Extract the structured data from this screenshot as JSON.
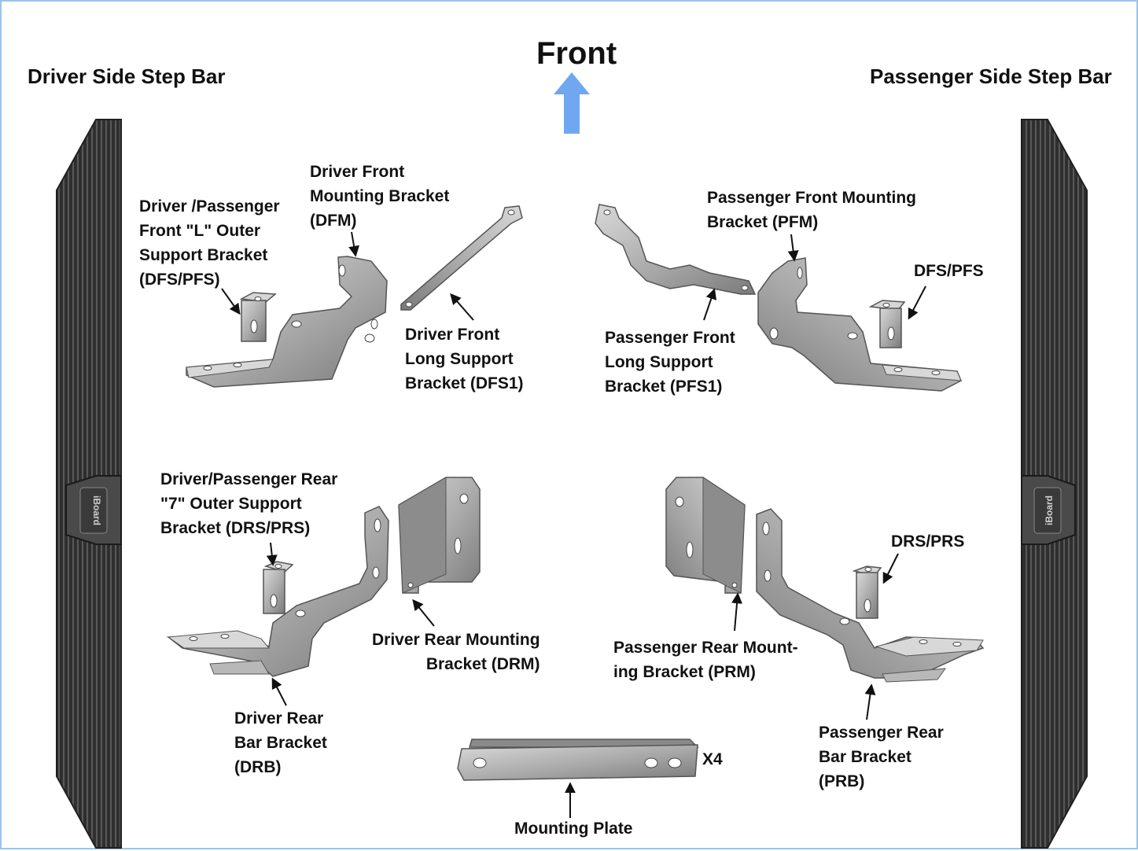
{
  "front": "Front",
  "driver_side": "Driver Side Step Bar",
  "passenger_side": "Passenger Side Step Bar",
  "step_bar_logo": "iBoard",
  "labels": {
    "dfs_pfs": [
      "Driver /Passenger",
      "Front \"L\" Outer",
      "Support Bracket",
      "(DFS/PFS)"
    ],
    "dfm": [
      "Driver Front",
      "Mounting Bracket",
      "(DFM)"
    ],
    "dfs1": [
      "Driver Front",
      "Long Support",
      "Bracket (DFS1)"
    ],
    "pfm": [
      "Passenger Front Mounting",
      "Bracket (PFM)"
    ],
    "pfs1": [
      "Passenger Front",
      "Long Support",
      "Bracket (PFS1)"
    ],
    "pfs_short": "DFS/PFS",
    "drs_prs": [
      "Driver/Passenger  Rear",
      "\"7\" Outer Support",
      "Bracket (DRS/PRS)"
    ],
    "drm": [
      "Driver Rear Mounting",
      "Bracket (DRM)"
    ],
    "drb": [
      "Driver Rear",
      "Bar Bracket",
      "(DRB)"
    ],
    "prm": [
      "Passenger Rear Mount-",
      "ing Bracket (PRM)"
    ],
    "prs_short": "DRS/PRS",
    "prb": [
      "Passenger Rear",
      "Bar Bracket",
      "(PRB)"
    ],
    "mounting_plate": "Mounting Plate",
    "qty": "X4"
  },
  "colors": {
    "frame_border": "#9dc3e6",
    "front_arrow": "#6fa8f0",
    "metal": "#a9a9a9",
    "metal_light": "#cfcfcf",
    "metal_dark": "#6e6e6e",
    "step_bar": "#3a3a3a",
    "text": "#111111"
  }
}
